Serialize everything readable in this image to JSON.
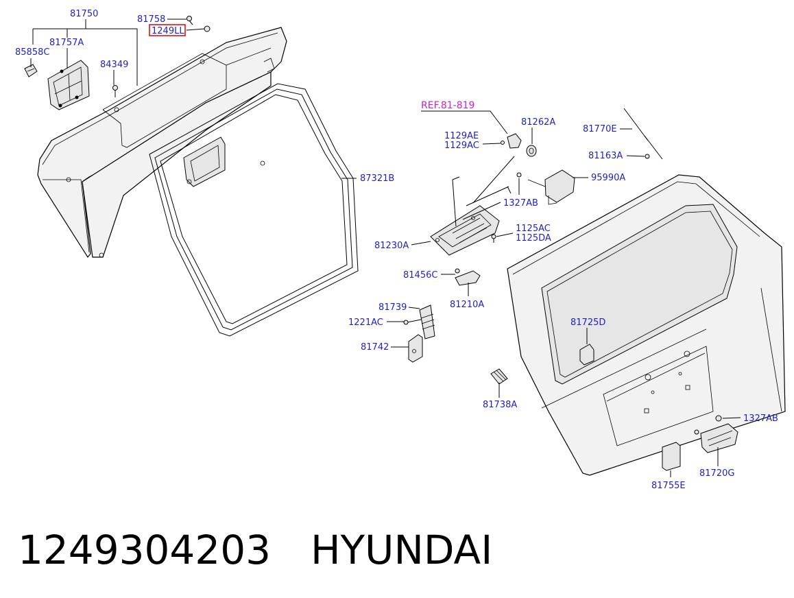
{
  "labels": {
    "l81750": "81750",
    "l81758": "81758",
    "l1249LL": "1249LL",
    "l85858C": "85858C",
    "l81757A": "81757A",
    "l84349": "84349",
    "l87321B": "87321B",
    "lREF": "REF.81-819",
    "l81262A": "81262A",
    "l1129AE": "1129AE",
    "l1129AC": "1129AC",
    "l81770E": "81770E",
    "l81163A": "81163A",
    "l95990A": "95990A",
    "l1327AB_top": "1327AB",
    "l1125AC": "1125AC",
    "l1125DA": "1125DA",
    "l81230A": "81230A",
    "l81456C": "81456C",
    "l81210A": "81210A",
    "l81739": "81739",
    "l1221AC": "1221AC",
    "l81742": "81742",
    "l81725D": "81725D",
    "l81738A": "81738A",
    "l1327AB_bottom": "1327AB",
    "l81720G": "81720G",
    "l81755E": "81755E"
  },
  "footer": {
    "part_number": "1249304203",
    "brand": "HYUNDAI"
  },
  "colors": {
    "label": "#1f1fbf",
    "reference": "#cc22cc",
    "highlight_box": "#e01010"
  }
}
